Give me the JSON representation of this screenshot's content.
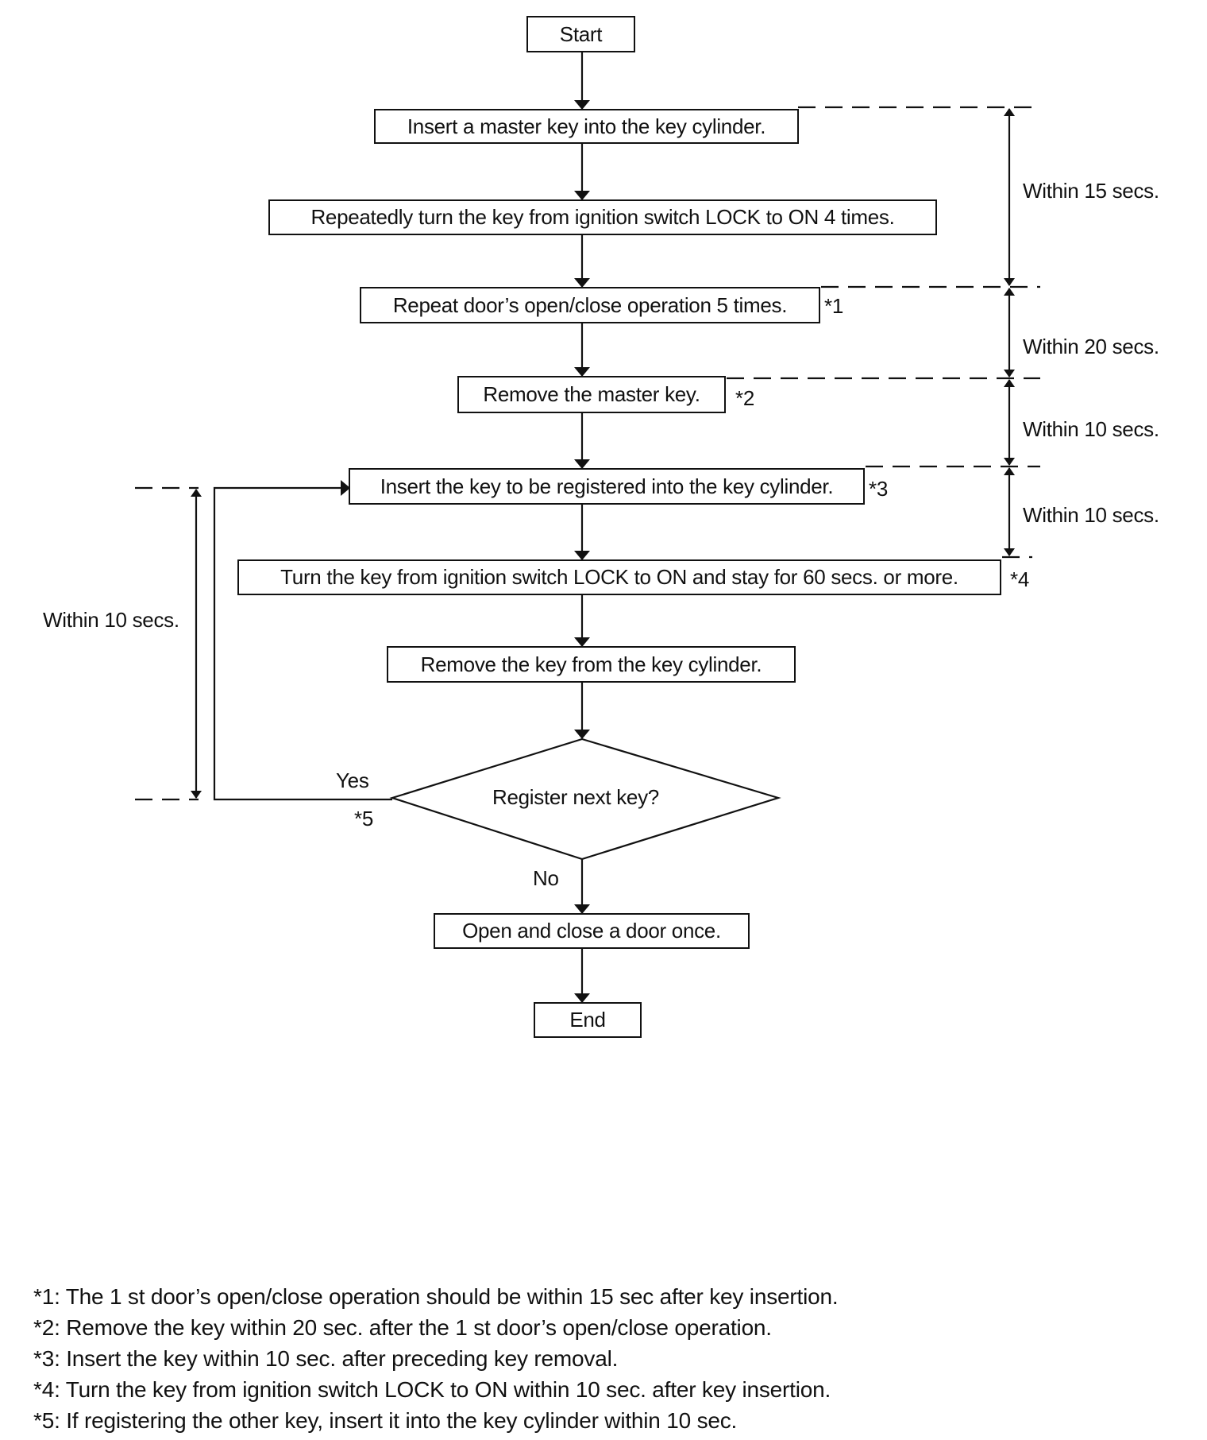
{
  "flowchart": {
    "start": "Start",
    "end": "End",
    "steps": {
      "insert_master": "Insert a master key into the key cylinder.",
      "turn_repeat": "Repeatedly turn the key from ignition switch LOCK to ON 4 times.",
      "door_repeat": "Repeat door’s open/close operation 5 times.",
      "remove_master": "Remove the master key.",
      "insert_register": "Insert the key to be registered into the key cylinder.",
      "turn_stay": "Turn the key from ignition switch LOCK to ON and stay for 60 secs. or more.",
      "remove_key": "Remove the key from the key cylinder.",
      "open_close": "Open and close a door once."
    },
    "decision": {
      "label": "Register next key?",
      "yes": "Yes",
      "no": "No"
    },
    "markers": {
      "m1": "*1",
      "m2": "*2",
      "m3": "*3",
      "m4": "*4",
      "m5": "*5"
    },
    "timings": {
      "t15": "Within 15 secs.",
      "t20": "Within 20 secs.",
      "t10a": "Within 10 secs.",
      "t10b": "Within 10 secs.",
      "t10_loop": "Within 10 secs."
    }
  },
  "notes": [
    "*1: The 1 st door’s open/close operation should be within 15 sec after key insertion.",
    "*2: Remove the key within 20 sec. after the 1 st door’s open/close operation.",
    "*3: Insert the key within 10 sec. after preceding key removal.",
    "*4: Turn the key from ignition switch LOCK to ON within 10 sec. after key insertion.",
    "*5: If registering the other key, insert it into the key cylinder within 10 sec."
  ]
}
